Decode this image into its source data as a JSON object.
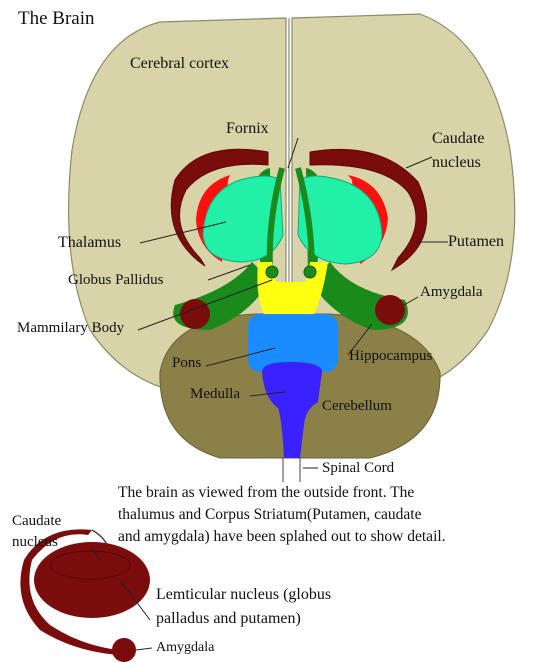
{
  "title": "The Brain",
  "labels": {
    "cerebral_cortex": "Cerebral cortex",
    "fornix": "Fornix",
    "caudate_line1": "Caudate",
    "caudate_line2": "nucleus",
    "thalamus": "Thalamus",
    "putamen": "Putamen",
    "globus_pallidus": "Globus Pallidus",
    "amygdala": "Amygdala",
    "mammilary_body": "Mammilary Body",
    "pons": "Pons",
    "hippocampus": "Hippocampus",
    "medulla": "Medulla",
    "cerebellum": "Cerebellum",
    "spinal_cord": "Spinal Cord"
  },
  "caption": {
    "line1": "The brain as viewed from the outside front. The",
    "line2": "thalumus and Corpus Striatum(Putamen, caudate",
    "line3": "and amygdala) have been splahed out to show detail."
  },
  "inset": {
    "caudate_line1": "Caudate",
    "caudate_line2": "nucleus",
    "lenticular_line1": "Lemticular nucleus (globus",
    "lenticular_line2": "palladus and putamen)",
    "amygdala": "Amygdala"
  },
  "colors": {
    "cortex": "#d8d4a8",
    "cerebellum": "#8a8048",
    "caudate": "#7a0c0c",
    "putamen": "#ff1010",
    "globus_pallidus": "#1a8a1a",
    "thalamus": "#22f0a8",
    "midbrain": "#ffff10",
    "pons": "#1a8cff",
    "medulla": "#3a22ff"
  }
}
